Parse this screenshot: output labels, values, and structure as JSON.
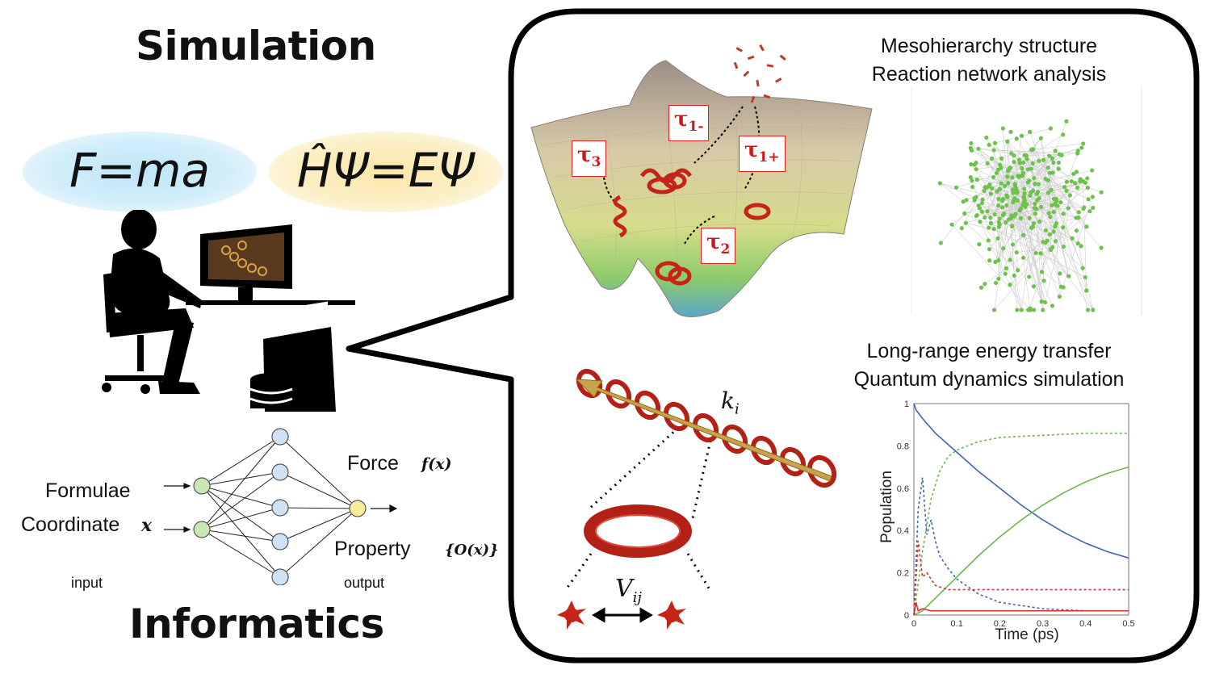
{
  "left": {
    "title_top": "Simulation",
    "title_bottom": "Informatics",
    "eq_newton": "F=ma",
    "eq_schrodinger": "ĤΨ=EΨ",
    "nn": {
      "in_label_1": "Formulae",
      "in_label_2": "Coordinate",
      "in_label_2_var": "x",
      "out_label_1": "Force",
      "out_label_1_fn": "f(x)",
      "out_label_2": "Property",
      "out_label_2_fn": "{O(x)}",
      "input_caption": "input",
      "output_caption": "output"
    }
  },
  "panel": {
    "landscape": {
      "tau_1_minus": "τ",
      "tau_1_minus_sub": "1-",
      "tau_1_plus": "τ",
      "tau_1_plus_sub": "1+",
      "tau_2": "τ",
      "tau_2_sub": "2",
      "tau_3": "τ",
      "tau_3_sub": "3"
    },
    "network": {
      "line1": "Mesohierarchy structure",
      "line2": "Reaction network analysis"
    },
    "transfer": {
      "rate_symbol": "k",
      "rate_sub": "i",
      "coupling_symbol": "V",
      "coupling_sub": "ij"
    },
    "quantum": {
      "line1": "Long-range energy transfer",
      "line2": "Quantum dynamics simulation"
    }
  },
  "chart_data": {
    "type": "line",
    "xlabel": "Time (ps)",
    "ylabel": "Population",
    "xlim": [
      0,
      0.5
    ],
    "ylim": [
      0,
      1
    ],
    "x_ticks": [
      "0",
      "0.1",
      "0.2",
      "0.3",
      "0.4",
      "0.5"
    ],
    "y_ticks": [
      "0",
      "0.2",
      "0.4",
      "0.6",
      "0.8",
      "1"
    ],
    "series": [
      {
        "color": "#3f63b5",
        "style": "solid",
        "x": [
          0,
          0.005,
          0.02,
          0.05,
          0.1,
          0.15,
          0.2,
          0.25,
          0.3,
          0.35,
          0.4,
          0.45,
          0.5
        ],
        "y": [
          1.0,
          0.97,
          0.93,
          0.86,
          0.77,
          0.68,
          0.6,
          0.52,
          0.45,
          0.39,
          0.34,
          0.3,
          0.27
        ]
      },
      {
        "color": "#68b84a",
        "style": "solid",
        "x": [
          0,
          0.02,
          0.05,
          0.1,
          0.15,
          0.2,
          0.25,
          0.3,
          0.35,
          0.4,
          0.45,
          0.5
        ],
        "y": [
          0,
          0.02,
          0.08,
          0.18,
          0.28,
          0.37,
          0.45,
          0.52,
          0.58,
          0.63,
          0.67,
          0.7
        ]
      },
      {
        "color": "#68b84a",
        "style": "dashed",
        "x": [
          0,
          0.02,
          0.04,
          0.06,
          0.08,
          0.1,
          0.15,
          0.2,
          0.3,
          0.4,
          0.5
        ],
        "y": [
          0,
          0.3,
          0.55,
          0.68,
          0.75,
          0.78,
          0.82,
          0.84,
          0.85,
          0.86,
          0.86
        ]
      },
      {
        "color": "#3f63b5",
        "style": "dashed",
        "x": [
          0,
          0.01,
          0.02,
          0.03,
          0.04,
          0.05,
          0.06,
          0.08,
          0.1,
          0.15,
          0.2,
          0.3,
          0.4,
          0.5
        ],
        "y": [
          0,
          0.5,
          0.65,
          0.38,
          0.45,
          0.35,
          0.28,
          0.22,
          0.17,
          0.1,
          0.06,
          0.03,
          0.02,
          0.02
        ]
      },
      {
        "color": "#d83030",
        "style": "dashed",
        "x": [
          0,
          0.01,
          0.02,
          0.03,
          0.05,
          0.08,
          0.1,
          0.2,
          0.3,
          0.4,
          0.5
        ],
        "y": [
          0,
          0.35,
          0.18,
          0.2,
          0.14,
          0.12,
          0.12,
          0.12,
          0.12,
          0.12,
          0.12
        ]
      },
      {
        "color": "#d83030",
        "style": "solid",
        "x": [
          0,
          0.005,
          0.01,
          0.02,
          0.04,
          0.1,
          0.2,
          0.3,
          0.4,
          0.5
        ],
        "y": [
          0,
          0.06,
          0.02,
          0.03,
          0.02,
          0.02,
          0.02,
          0.02,
          0.02,
          0.02
        ]
      }
    ]
  }
}
